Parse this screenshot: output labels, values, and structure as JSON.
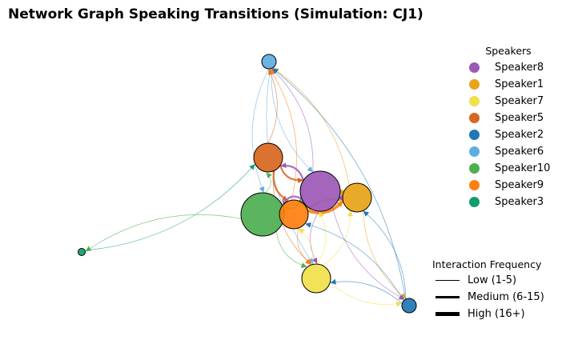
{
  "title": "Network Graph Speaking Transitions (Simulation: CJ1)",
  "legend": {
    "title": "Speakers",
    "items": [
      {
        "label": "Speaker8",
        "color": "#9b59b6"
      },
      {
        "label": "Speaker1",
        "color": "#e8a317"
      },
      {
        "label": "Speaker7",
        "color": "#f0e04a"
      },
      {
        "label": "Speaker5",
        "color": "#d9661e"
      },
      {
        "label": "Speaker2",
        "color": "#1f77b4"
      },
      {
        "label": "Speaker6",
        "color": "#5dade2"
      },
      {
        "label": "Speaker10",
        "color": "#4caf50"
      },
      {
        "label": "Speaker9",
        "color": "#ff7f0e"
      },
      {
        "label": "Speaker3",
        "color": "#0f9d6e"
      }
    ]
  },
  "frequency_legend": {
    "title": "Interaction Frequency",
    "items": [
      {
        "label": "Low (1-5)"
      },
      {
        "label": "Medium (6-15)"
      },
      {
        "label": "High (16+)"
      }
    ]
  },
  "graph": {
    "nodes": [
      {
        "id": "Speaker6",
        "color": "#5dade2",
        "size": "small"
      },
      {
        "id": "Speaker5",
        "color": "#d9661e",
        "size": "medium"
      },
      {
        "id": "Speaker8",
        "color": "#9b59b6",
        "size": "large"
      },
      {
        "id": "Speaker1",
        "color": "#e8a317",
        "size": "medium"
      },
      {
        "id": "Speaker10",
        "color": "#4caf50",
        "size": "largest"
      },
      {
        "id": "Speaker9",
        "color": "#ff7f0e",
        "size": "medium"
      },
      {
        "id": "Speaker7",
        "color": "#f0e04a",
        "size": "medium"
      },
      {
        "id": "Speaker2",
        "color": "#1f77b4",
        "size": "small"
      },
      {
        "id": "Speaker3",
        "color": "#0f9d6e",
        "size": "tiny"
      }
    ],
    "edges": [
      {
        "source": "Speaker6",
        "target": "Speaker8",
        "weight": "low"
      },
      {
        "source": "Speaker6",
        "target": "Speaker10",
        "weight": "low"
      },
      {
        "source": "Speaker6",
        "target": "Speaker7",
        "weight": "low"
      },
      {
        "source": "Speaker8",
        "target": "Speaker6",
        "weight": "low"
      },
      {
        "source": "Speaker1",
        "target": "Speaker6",
        "weight": "low"
      },
      {
        "source": "Speaker5",
        "target": "Speaker6",
        "weight": "low"
      },
      {
        "source": "Speaker9",
        "target": "Speaker6",
        "weight": "low"
      },
      {
        "source": "Speaker2",
        "target": "Speaker6",
        "weight": "low"
      },
      {
        "source": "Speaker8",
        "target": "Speaker5",
        "weight": "medium"
      },
      {
        "source": "Speaker5",
        "target": "Speaker8",
        "weight": "medium"
      },
      {
        "source": "Speaker5",
        "target": "Speaker9",
        "weight": "medium"
      },
      {
        "source": "Speaker5",
        "target": "Speaker7",
        "weight": "low"
      },
      {
        "source": "Speaker10",
        "target": "Speaker5",
        "weight": "low"
      },
      {
        "source": "Speaker10",
        "target": "Speaker8",
        "weight": "medium"
      },
      {
        "source": "Speaker8",
        "target": "Speaker10",
        "weight": "medium"
      },
      {
        "source": "Speaker9",
        "target": "Speaker8",
        "weight": "high"
      },
      {
        "source": "Speaker8",
        "target": "Speaker9",
        "weight": "medium"
      },
      {
        "source": "Speaker9",
        "target": "Speaker1",
        "weight": "high"
      },
      {
        "source": "Speaker1",
        "target": "Speaker9",
        "weight": "medium"
      },
      {
        "source": "Speaker1",
        "target": "Speaker8",
        "weight": "medium"
      },
      {
        "source": "Speaker8",
        "target": "Speaker1",
        "weight": "low"
      },
      {
        "source": "Speaker10",
        "target": "Speaker7",
        "weight": "low"
      },
      {
        "source": "Speaker9",
        "target": "Speaker7",
        "weight": "low"
      },
      {
        "source": "Speaker8",
        "target": "Speaker7",
        "weight": "low"
      },
      {
        "source": "Speaker7",
        "target": "Speaker8",
        "weight": "low"
      },
      {
        "source": "Speaker7",
        "target": "Speaker9",
        "weight": "low"
      },
      {
        "source": "Speaker7",
        "target": "Speaker1",
        "weight": "low"
      },
      {
        "source": "Speaker1",
        "target": "Speaker2",
        "weight": "low"
      },
      {
        "source": "Speaker7",
        "target": "Speaker2",
        "weight": "low"
      },
      {
        "source": "Speaker2",
        "target": "Speaker7",
        "weight": "low"
      },
      {
        "source": "Speaker8",
        "target": "Speaker2",
        "weight": "low"
      },
      {
        "source": "Speaker2",
        "target": "Speaker9",
        "weight": "low"
      },
      {
        "source": "Speaker2",
        "target": "Speaker1",
        "weight": "low"
      },
      {
        "source": "Speaker3",
        "target": "Speaker5",
        "weight": "low"
      },
      {
        "source": "Speaker10",
        "target": "Speaker3",
        "weight": "low"
      },
      {
        "source": "Speaker9",
        "target": "Speaker10",
        "weight": "low"
      }
    ]
  }
}
